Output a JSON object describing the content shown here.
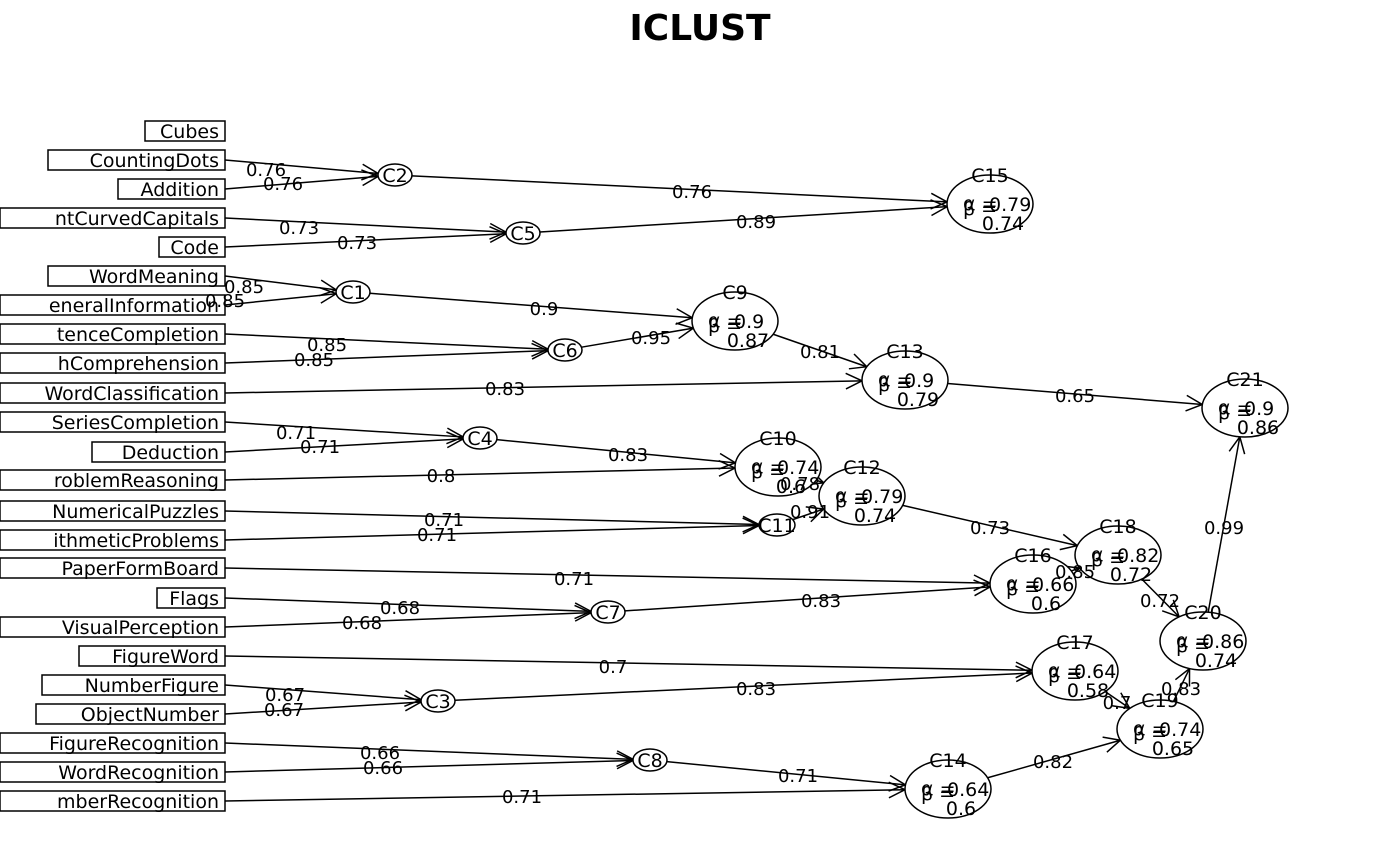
{
  "title": "ICLUST",
  "variables": [
    {
      "id": "Cubes",
      "label": "Cubes"
    },
    {
      "id": "CountingDots",
      "label": "CountingDots"
    },
    {
      "id": "Addition",
      "label": "Addition"
    },
    {
      "id": "StraightCurvedCapitals",
      "label": "ntCurvedCapitals"
    },
    {
      "id": "Code",
      "label": "Code"
    },
    {
      "id": "WordMeaning",
      "label": "WordMeaning"
    },
    {
      "id": "GeneralInformation",
      "label": "eneralInformation"
    },
    {
      "id": "SentenceCompletion",
      "label": "tenceCompletion"
    },
    {
      "id": "ParagraphComprehension",
      "label": "hComprehension"
    },
    {
      "id": "WordClassification",
      "label": "WordClassification"
    },
    {
      "id": "SeriesCompletion",
      "label": "SeriesCompletion"
    },
    {
      "id": "Deduction",
      "label": "Deduction"
    },
    {
      "id": "ProblemReasoning",
      "label": "roblemReasoning"
    },
    {
      "id": "NumericalPuzzles",
      "label": "NumericalPuzzles"
    },
    {
      "id": "ArithmeticProblems",
      "label": "ithmeticProblems"
    },
    {
      "id": "PaperFormBoard",
      "label": "PaperFormBoard"
    },
    {
      "id": "Flags",
      "label": "Flags"
    },
    {
      "id": "VisualPerception",
      "label": "VisualPerception"
    },
    {
      "id": "FigureWord",
      "label": "FigureWord"
    },
    {
      "id": "NumberFigure",
      "label": "NumberFigure"
    },
    {
      "id": "ObjectNumber",
      "label": "ObjectNumber"
    },
    {
      "id": "FigureRecognition",
      "label": "FigureRecognition"
    },
    {
      "id": "WordRecognition",
      "label": "WordRecognition"
    },
    {
      "id": "NumberRecognition",
      "label": "mberRecognition"
    }
  ],
  "clusters": [
    {
      "id": "C2",
      "label": "C2"
    },
    {
      "id": "C5",
      "label": "C5"
    },
    {
      "id": "C1",
      "label": "C1"
    },
    {
      "id": "C6",
      "label": "C6"
    },
    {
      "id": "C4",
      "label": "C4"
    },
    {
      "id": "C11",
      "label": "C11"
    },
    {
      "id": "C7",
      "label": "C7"
    },
    {
      "id": "C3",
      "label": "C3"
    },
    {
      "id": "C8",
      "label": "C8"
    },
    {
      "id": "C15",
      "label": "C15",
      "alpha": "0.79",
      "beta": "0.74"
    },
    {
      "id": "C9",
      "label": "C9",
      "alpha": "0.9",
      "beta": "0.87"
    },
    {
      "id": "C13",
      "label": "C13",
      "alpha": "0.9",
      "beta": "0.79"
    },
    {
      "id": "C10",
      "label": "C10",
      "alpha": "0.74",
      "beta": "0.6"
    },
    {
      "id": "C12",
      "label": "C12",
      "alpha": "0.79",
      "beta": "0.74"
    },
    {
      "id": "C18",
      "label": "C18",
      "alpha": "0.82",
      "beta": "0.72"
    },
    {
      "id": "C16",
      "label": "C16",
      "alpha": "0.66",
      "beta": "0.6"
    },
    {
      "id": "C20",
      "label": "C20",
      "alpha": "0.86",
      "beta": "0.74"
    },
    {
      "id": "C17",
      "label": "C17",
      "alpha": "0.64",
      "beta": "0.58"
    },
    {
      "id": "C19",
      "label": "C19",
      "alpha": "0.74",
      "beta": "0.65"
    },
    {
      "id": "C14",
      "label": "C14",
      "alpha": "0.64",
      "beta": "0.6"
    },
    {
      "id": "C21",
      "label": "C21",
      "alpha": "0.9",
      "beta": "0.86"
    }
  ],
  "stat_symbols": {
    "alpha": "α =",
    "beta": "β ="
  },
  "edges": [
    {
      "from": "CountingDots",
      "to": "C2",
      "weight": "0.76"
    },
    {
      "from": "Addition",
      "to": "C2",
      "weight": "0.76"
    },
    {
      "from": "StraightCurvedCapitals",
      "to": "C5",
      "weight": "0.73"
    },
    {
      "from": "Code",
      "to": "C5",
      "weight": "0.73"
    },
    {
      "from": "WordMeaning",
      "to": "C1",
      "weight": "0.85"
    },
    {
      "from": "GeneralInformation",
      "to": "C1",
      "weight": "0.85"
    },
    {
      "from": "SentenceCompletion",
      "to": "C6",
      "weight": "0.85"
    },
    {
      "from": "ParagraphComprehension",
      "to": "C6",
      "weight": "0.85"
    },
    {
      "from": "WordClassification",
      "to": "C13",
      "weight": "0.83"
    },
    {
      "from": "SeriesCompletion",
      "to": "C4",
      "weight": "0.71"
    },
    {
      "from": "Deduction",
      "to": "C4",
      "weight": "0.71"
    },
    {
      "from": "ProblemReasoning",
      "to": "C10",
      "weight": "0.8"
    },
    {
      "from": "NumericalPuzzles",
      "to": "C11",
      "weight": "0.71"
    },
    {
      "from": "ArithmeticProblems",
      "to": "C11",
      "weight": "0.71"
    },
    {
      "from": "PaperFormBoard",
      "to": "C16",
      "weight": "0.71"
    },
    {
      "from": "Flags",
      "to": "C7",
      "weight": "0.68"
    },
    {
      "from": "VisualPerception",
      "to": "C7",
      "weight": "0.68"
    },
    {
      "from": "FigureWord",
      "to": "C17",
      "weight": "0.7"
    },
    {
      "from": "NumberFigure",
      "to": "C3",
      "weight": "0.67"
    },
    {
      "from": "ObjectNumber",
      "to": "C3",
      "weight": "0.67"
    },
    {
      "from": "FigureRecognition",
      "to": "C8",
      "weight": "0.66"
    },
    {
      "from": "WordRecognition",
      "to": "C8",
      "weight": "0.66"
    },
    {
      "from": "NumberRecognition",
      "to": "C14",
      "weight": "0.71"
    },
    {
      "from": "C2",
      "to": "C15",
      "weight": "0.76"
    },
    {
      "from": "C5",
      "to": "C15",
      "weight": "0.89"
    },
    {
      "from": "C1",
      "to": "C9",
      "weight": "0.9"
    },
    {
      "from": "C6",
      "to": "C9",
      "weight": "0.95"
    },
    {
      "from": "C9",
      "to": "C13",
      "weight": "0.81"
    },
    {
      "from": "C13",
      "to": "C21",
      "weight": "0.65"
    },
    {
      "from": "C4",
      "to": "C10",
      "weight": "0.83"
    },
    {
      "from": "C10",
      "to": "C12",
      "weight": "0.78"
    },
    {
      "from": "C11",
      "to": "C12",
      "weight": "0.91"
    },
    {
      "from": "C12",
      "to": "C18",
      "weight": "0.73"
    },
    {
      "from": "C16",
      "to": "C18",
      "weight": "0.85"
    },
    {
      "from": "C7",
      "to": "C16",
      "weight": "0.83"
    },
    {
      "from": "C18",
      "to": "C20",
      "weight": "0.72"
    },
    {
      "from": "C20",
      "to": "C21",
      "weight": "0.99"
    },
    {
      "from": "C3",
      "to": "C17",
      "weight": "0.83"
    },
    {
      "from": "C17",
      "to": "C19",
      "weight": "0.7"
    },
    {
      "from": "C19",
      "to": "C20",
      "weight": "0.83"
    },
    {
      "from": "C8",
      "to": "C14",
      "weight": "0.71"
    },
    {
      "from": "C14",
      "to": "C19",
      "weight": "0.82"
    }
  ]
}
